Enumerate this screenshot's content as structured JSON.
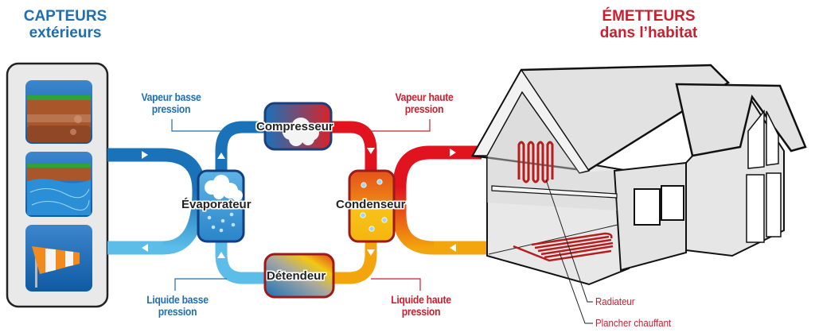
{
  "titles": {
    "capteurs": {
      "line1": "CAPTEURS",
      "line2": "extérieurs"
    },
    "emetteurs": {
      "line1": "ÉMETTEURS",
      "line2": "dans l’habitat"
    }
  },
  "sources": [
    {
      "name": "ground-soil",
      "icon": "soil-icon"
    },
    {
      "name": "groundwater",
      "icon": "water-table-icon"
    },
    {
      "name": "outside-air",
      "icon": "windsock-icon"
    }
  ],
  "components": {
    "compresseur": "Compresseur",
    "evaporateur": "Évaporateur",
    "condenseur": "Condenseur",
    "detendeur": "Détendeur"
  },
  "states": {
    "vapeur_basse": {
      "line1": "Vapeur basse",
      "line2": "pression"
    },
    "vapeur_haute": {
      "line1": "Vapeur haute",
      "line2": "pression"
    },
    "liquide_basse": {
      "line1": "Liquide basse",
      "line2": "pression"
    },
    "liquide_haute": {
      "line1": "Liquide haute",
      "line2": "pression"
    }
  },
  "emitters": {
    "radiateur": "Radiateur",
    "plancher": "Plancher chauffant"
  },
  "colors": {
    "cold_dark": "#1a72b8",
    "cold_light": "#5bbde8",
    "hot_red": "#e0131e",
    "hot_orange": "#f2a50c",
    "title_blue": "#1f6fb0",
    "title_red": "#c8202f",
    "radiator_red": "#b81c1c"
  }
}
